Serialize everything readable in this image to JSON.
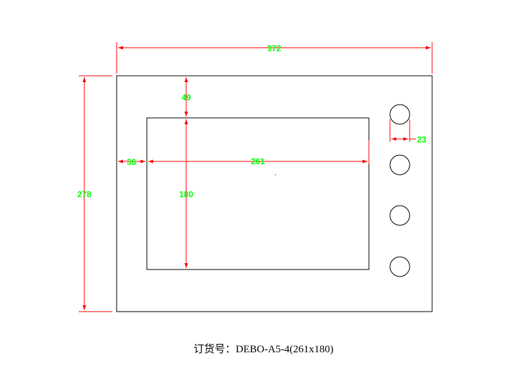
{
  "colors": {
    "outline": "#000000",
    "dimension_line": "#ff0000",
    "dimension_text": "#00ff00"
  },
  "dimensions": {
    "panel_width": "372",
    "panel_height": "278",
    "screen_width": "261",
    "screen_height": "180",
    "screen_left_offset": "36",
    "screen_top_offset": "49",
    "button_diameter": "23"
  },
  "buttons": [
    {
      "name": "button-1"
    },
    {
      "name": "button-2"
    },
    {
      "name": "button-3"
    },
    {
      "name": "button-4"
    }
  ],
  "caption": "订货号：DEBO-A5-4(261x180)"
}
